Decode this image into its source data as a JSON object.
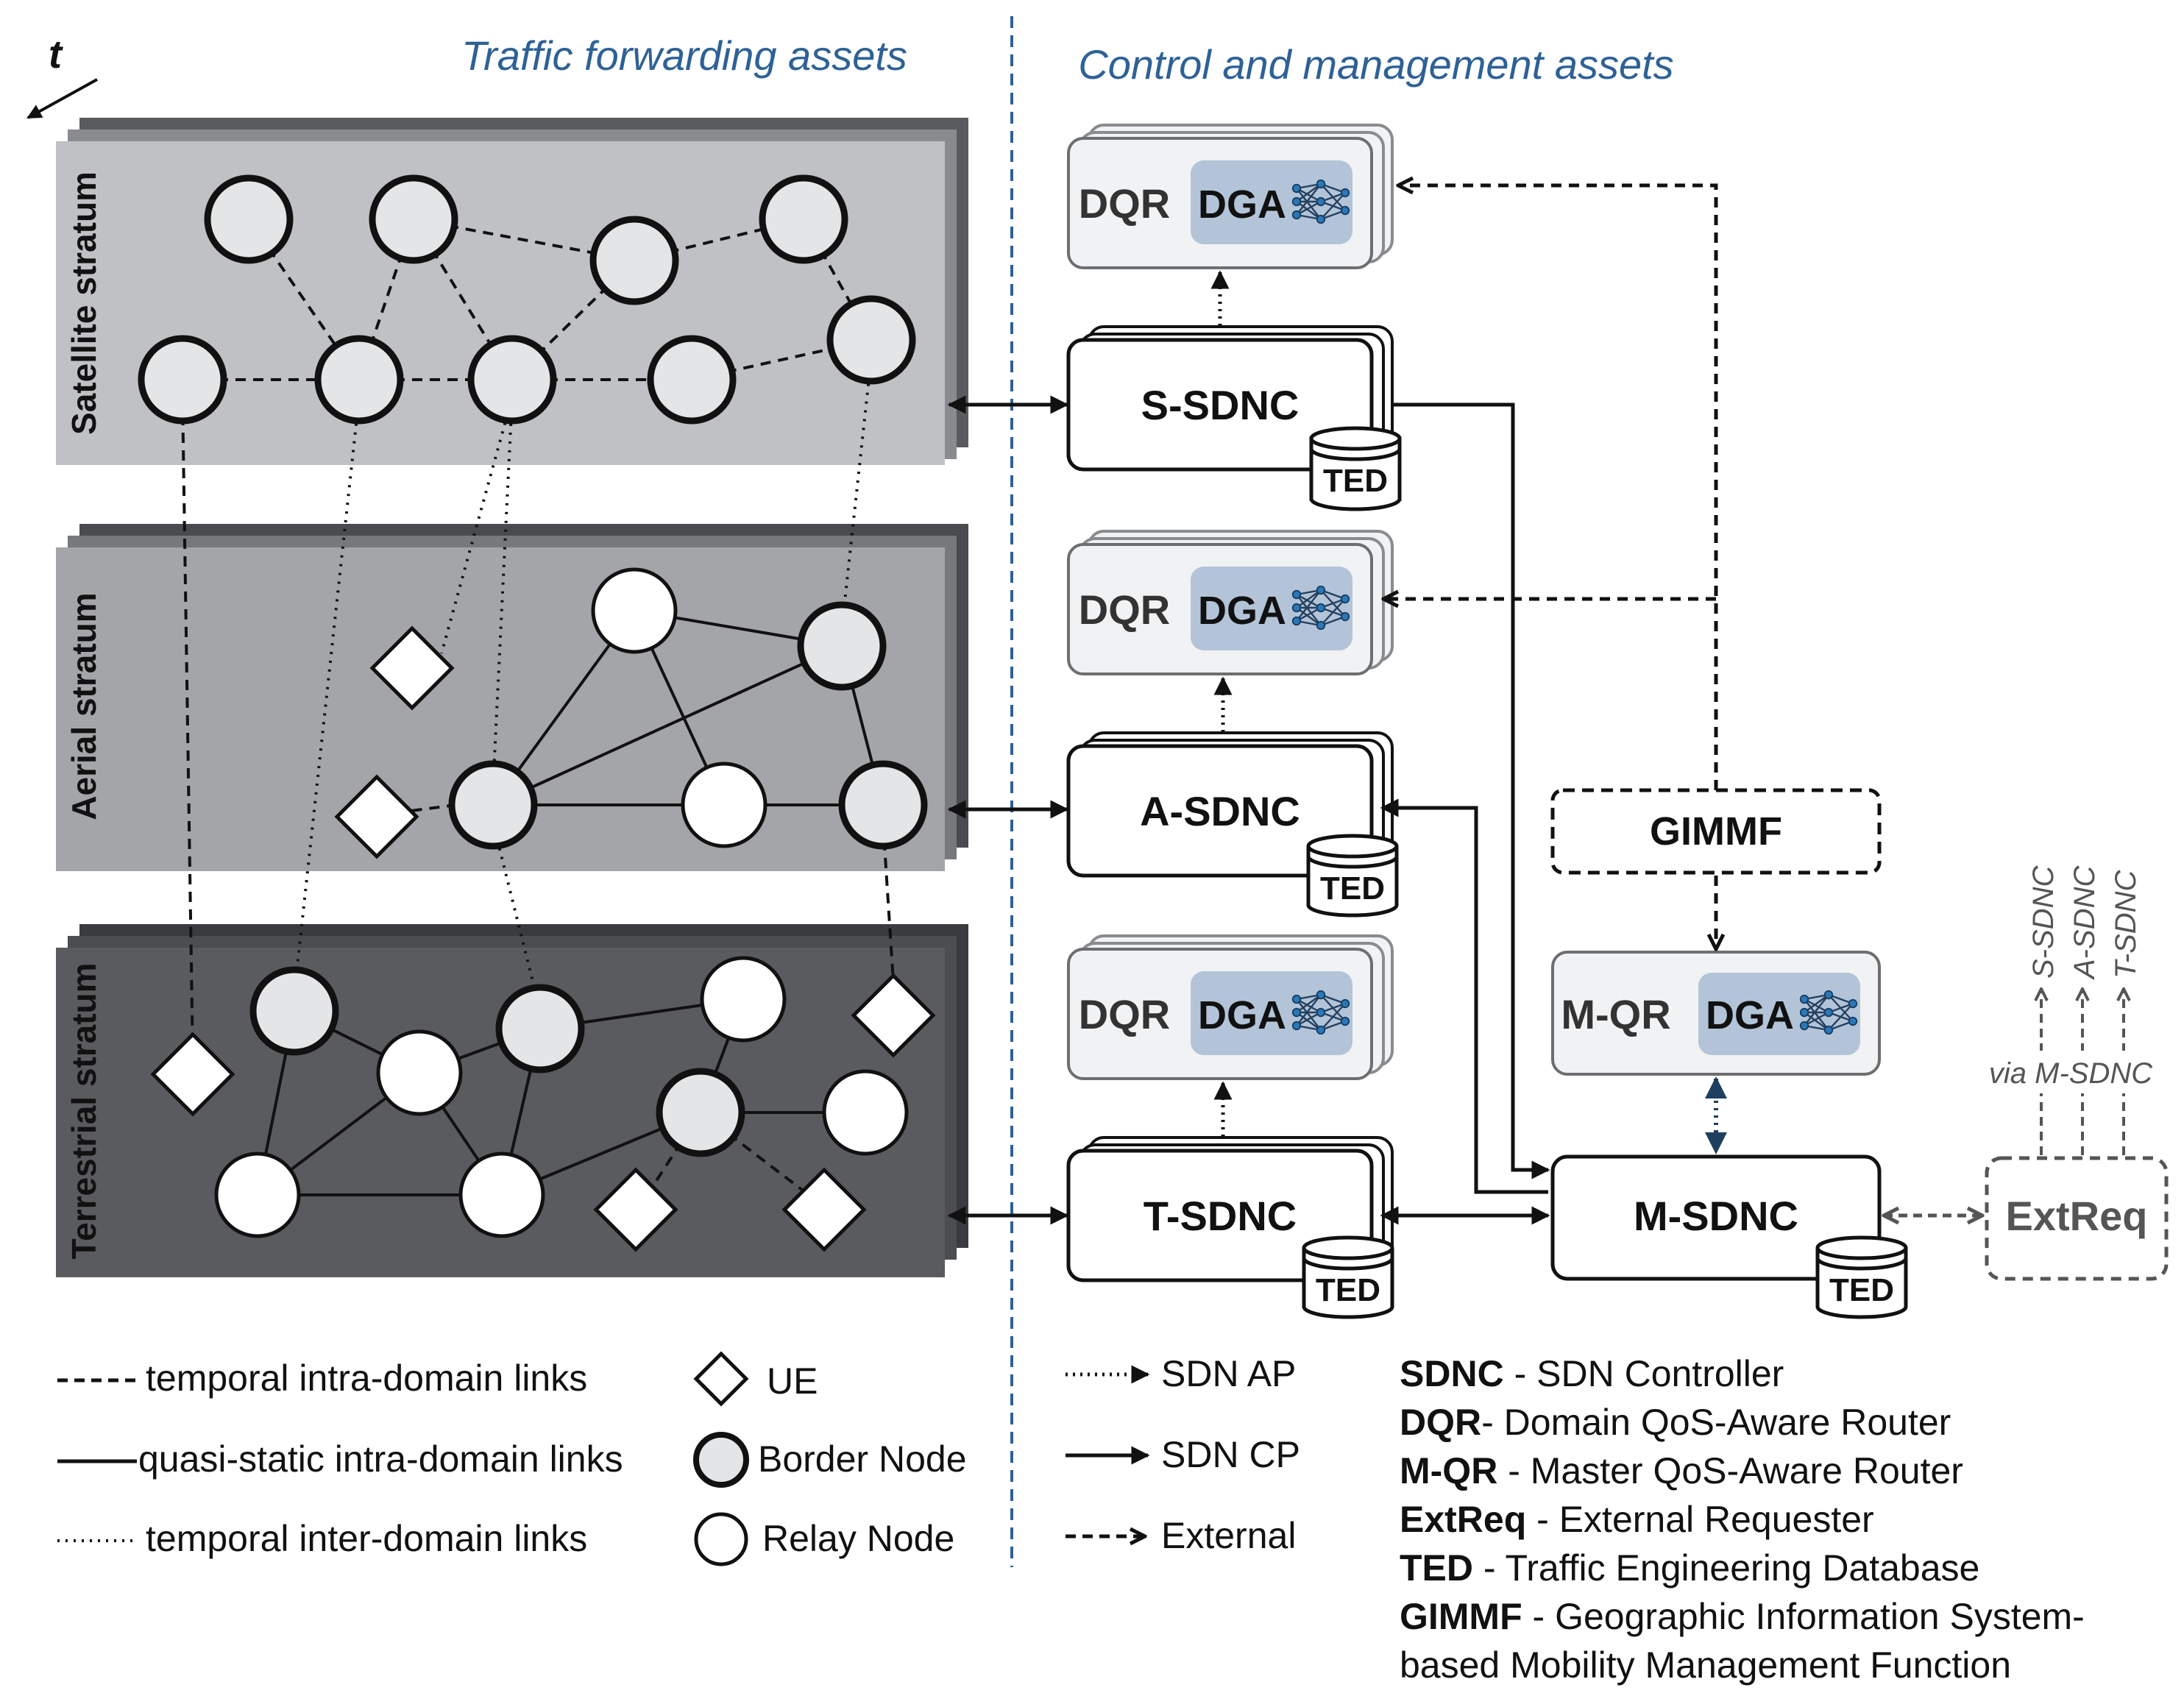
{
  "header": {
    "time_label": "t",
    "left_title": "Traffic forwarding assets",
    "right_title": "Control and management assets"
  },
  "strata": {
    "satellite": "Satellite stratum",
    "aerial": "Aerial stratum",
    "terrestrial": "Terrestrial stratum"
  },
  "controllers": {
    "dqr": "DQR",
    "dga": "DGA",
    "s_sdnc": "S-SDNC",
    "a_sdnc": "A-SDNC",
    "t_sdnc": "T-SDNC",
    "m_sdnc": "M-SDNC",
    "m_qr": "M-QR",
    "gimmf": "GIMMF",
    "ted": "TED",
    "extreq": "ExtReq",
    "via_label": "via M-SDNC",
    "ext_targets": [
      "S-SDNC",
      "A-SDNC",
      "T-SDNC"
    ]
  },
  "legend": {
    "temporal_intra": "temporal intra-domain links",
    "quasi_static": "quasi-static intra-domain links",
    "temporal_inter": "temporal inter-domain links",
    "ue": "UE",
    "border_node": "Border Node",
    "relay_node": "Relay Node",
    "sdn_ap": "SDN AP",
    "sdn_cp": "SDN CP",
    "external": "External"
  },
  "abbreviations": [
    {
      "term": "SDNC",
      "desc": " - SDN Controller"
    },
    {
      "term": "DQR",
      "desc": "- Domain QoS-Aware Router"
    },
    {
      "term": "M-QR",
      "desc": " - Master QoS-Aware Router"
    },
    {
      "term": "ExtReq",
      "desc": " - External Requester"
    },
    {
      "term": "TED",
      "desc": " - Traffic Engineering Database"
    },
    {
      "term": "GIMMF",
      "desc": " - Geographic Information System-"
    }
  ],
  "abbreviation_continuation": "based Mobility Management Function",
  "colors": {
    "title_blue": "#2e6196",
    "satellite_fill": "#c0c1c4",
    "aerial_fill": "#a4a5a8",
    "terrestrial_fill": "#5a5b5e",
    "border_node_fill": "#e4e5e7",
    "dga_fill": "#b3c4d8",
    "panel_fill": "#f1f2f3",
    "divider_blue": "#2e6196",
    "mqr_arrow": "#1f3f5f"
  }
}
